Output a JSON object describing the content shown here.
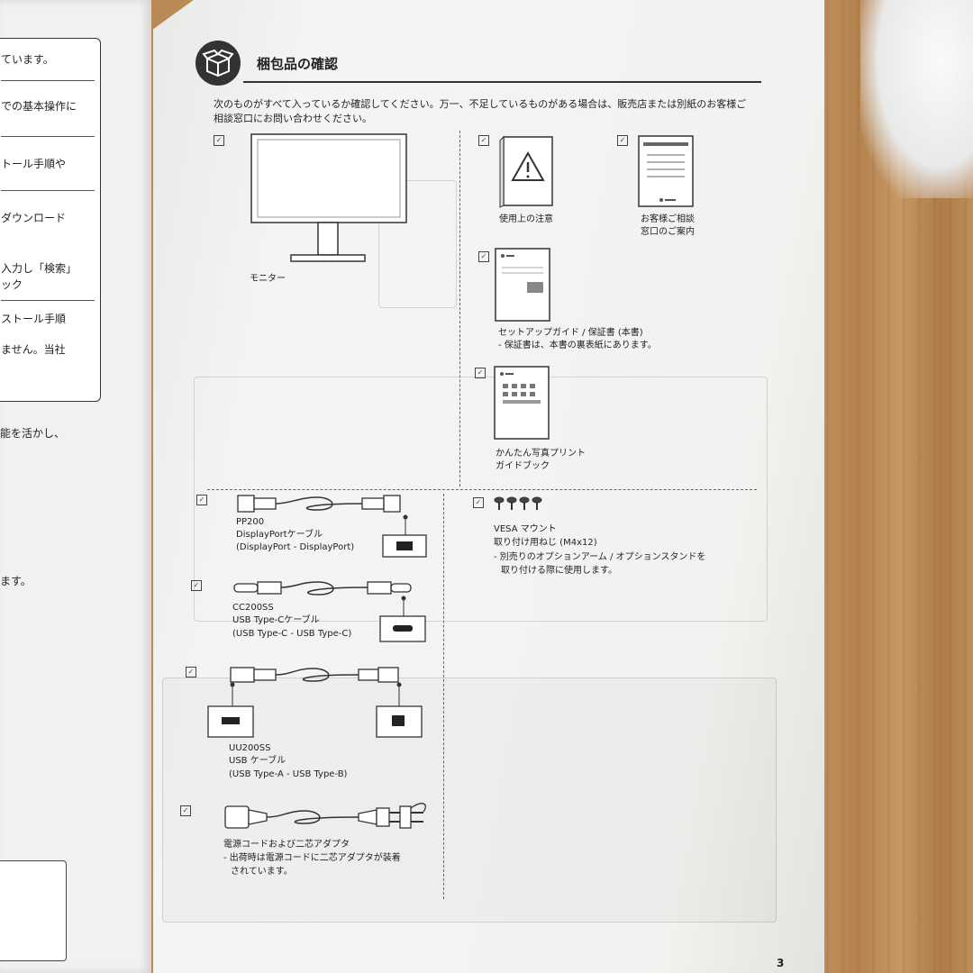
{
  "left_page": {
    "box_lines": [
      "ています。",
      "での基本操作に",
      "トール手順や",
      "ダウンロード",
      "入力し「検索」",
      "ック",
      "ストール手順",
      "ません。当社"
    ],
    "after_lines": [
      "能を活かし、",
      "ます。"
    ]
  },
  "section": {
    "title": "梱包品の確認",
    "intro": "次のものがすべて入っているか確認してください。万一、不足しているものがある場合は、販売店または別紙のお客様ご相談窓口にお問い合わせください。",
    "icon": "box-icon"
  },
  "checkbox_mark": "✓",
  "items": {
    "monitor": "モニター",
    "precautions": "使用上の注意",
    "contact_1": "お客様ご相談",
    "contact_2": "窓口のご案内",
    "setup_1": "セットアップガイド / 保証書 (本書)",
    "setup_2": "- 保証書は、本書の裏表紙にあります。",
    "photo_1": "かんたん写真プリント",
    "photo_2": "ガイドブック",
    "dp_model": "PP200",
    "dp_name": "DisplayPortケーブル",
    "dp_ends": "(DisplayPort - DisplayPort)",
    "usbc_model": "CC200SS",
    "usbc_name": "USB Type-Cケーブル",
    "usbc_ends": "(USB Type-C - USB Type-C)",
    "usba_model": "UU200SS",
    "usba_name": "USB ケーブル",
    "usba_ends": "(USB Type-A - USB Type-B)",
    "power_1": "電源コードおよび二芯アダプタ",
    "power_2": "- 出荷時は電源コードに二芯アダプタが装着",
    "power_3": "されています。",
    "vesa_1": "VESA マウント",
    "vesa_2": "取り付け用ねじ (M4x12)",
    "vesa_3": "- 別売りのオプションアーム / オプションスタンドを",
    "vesa_4": "取り付ける際に使用します。"
  },
  "page_number": "3"
}
